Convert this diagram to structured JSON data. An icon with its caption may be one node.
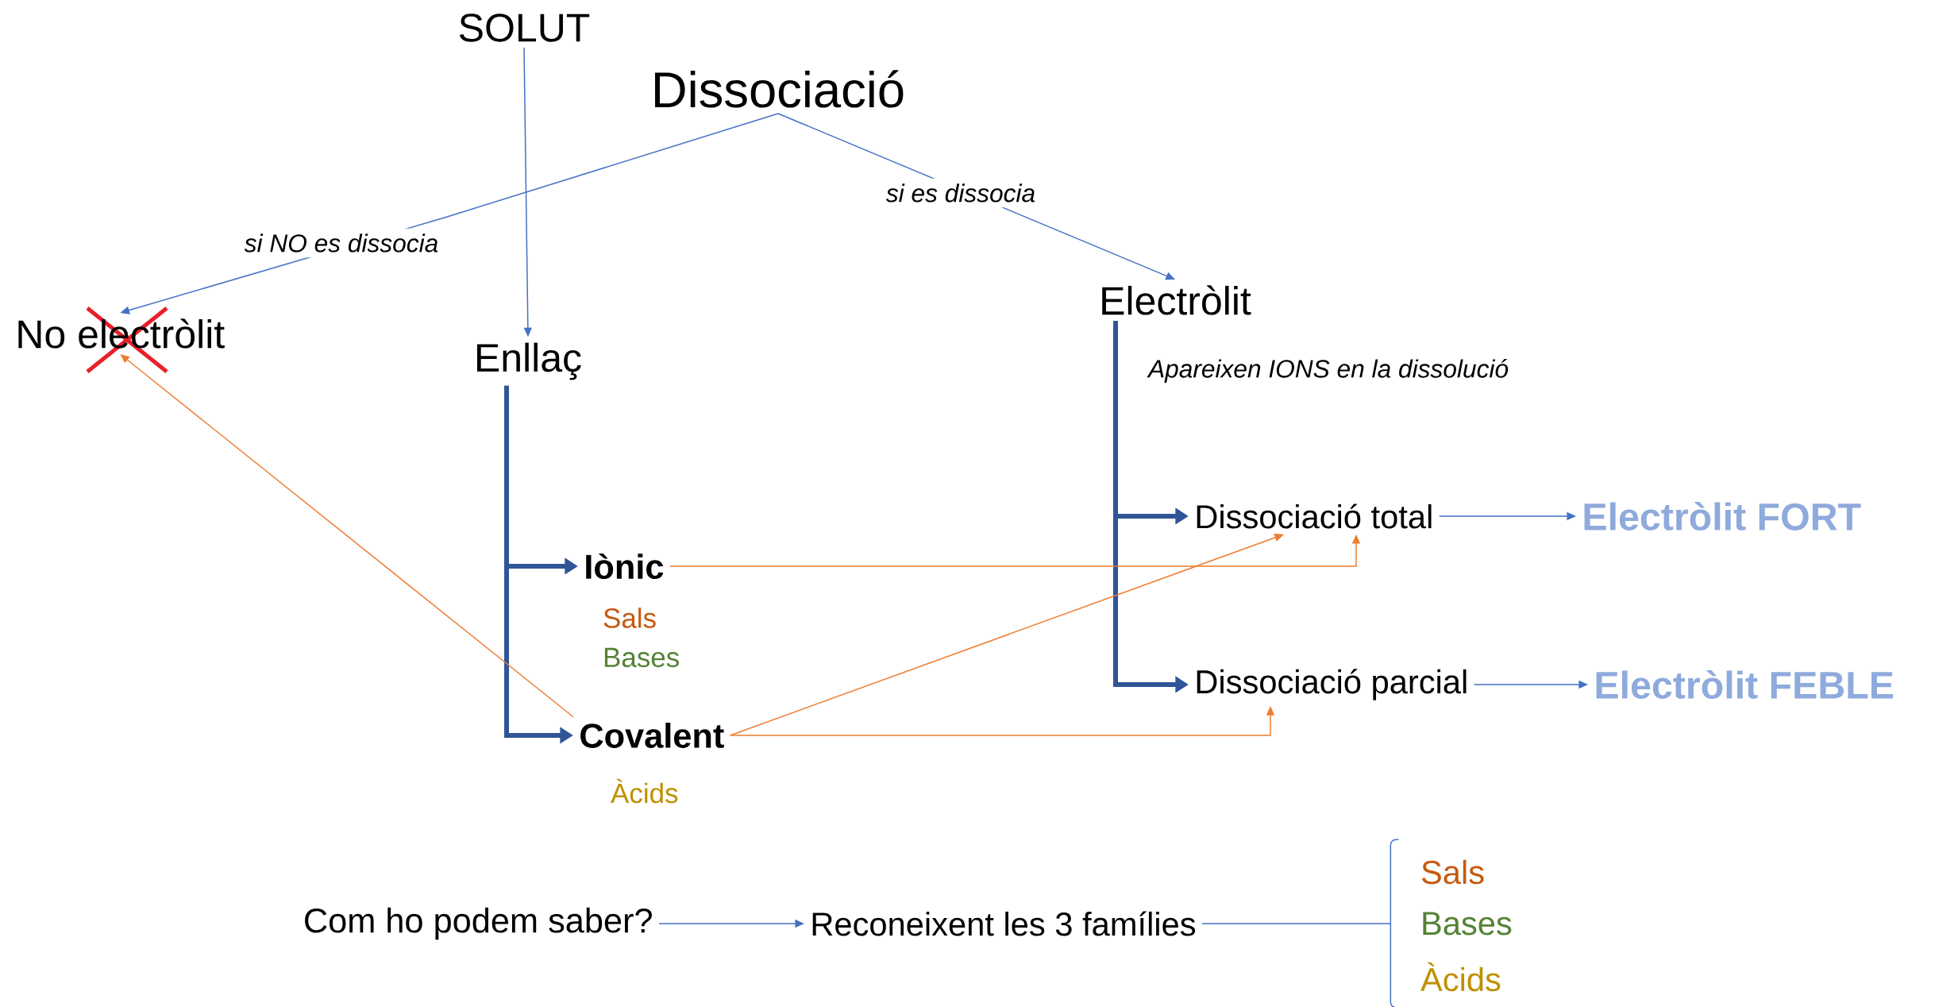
{
  "diagram": {
    "nodes": [
      {
        "text": [
          "SOLUT"
        ]
      },
      {
        "text": [
          "Dissociació"
        ]
      },
      {
        "text": [
          "No electròlit"
        ]
      },
      {
        "text": [
          "Enllaç"
        ]
      },
      {
        "text": [
          "Electròlit"
        ],
        "beside": [
          "Apareixen IONS en la dissolució"
        ]
      },
      {
        "text": [
          "Iònic"
        ],
        "beside": [
          "Sals",
          "Bases"
        ]
      },
      {
        "text": [
          "Covalent"
        ],
        "beside": [
          "Àcids"
        ]
      },
      {
        "text": [
          "Dissociació total"
        ]
      },
      {
        "text": [
          "Electròlit FORT"
        ]
      },
      {
        "text": [
          "Dissociació parcial"
        ]
      },
      {
        "text": [
          "Electròlit FEBLE"
        ]
      },
      {
        "text": [
          "Com ho podem saber?"
        ]
      },
      {
        "text": [
          "Reconeixent les 3 famílies"
        ]
      },
      {
        "text": [],
        "shape": "bracket",
        "beside": [
          "Sals",
          "Bases",
          "Àcids"
        ]
      }
    ],
    "edges": [
      {
        "from": 1,
        "to": 2,
        "arrow": "to",
        "label": "si NO es dissocia"
      },
      {
        "from": 1,
        "to": 4,
        "arrow": "to",
        "label": "si es dissocia"
      },
      {
        "from": 0,
        "to": 3,
        "arrow": "to"
      },
      {
        "from": 3,
        "to": 5,
        "arrow": "to",
        "style": "thick",
        "color": "#2f5597"
      },
      {
        "from": 3,
        "to": 6,
        "arrow": "to",
        "style": "thick",
        "color": "#2f5597"
      },
      {
        "from": 4,
        "to": 7,
        "arrow": "to",
        "style": "thick",
        "color": "#2f5597"
      },
      {
        "from": 4,
        "to": 9,
        "arrow": "to",
        "style": "thick",
        "color": "#2f5597"
      },
      {
        "from": 5,
        "to": 7,
        "arrow": "to",
        "color": "#ed7d31"
      },
      {
        "from": 6,
        "to": 2,
        "arrow": "to",
        "color": "#ed7d31"
      },
      {
        "from": 6,
        "to": 7,
        "arrow": "to",
        "color": "#ed7d31"
      },
      {
        "from": 6,
        "to": 9,
        "arrow": "to",
        "color": "#ed7d31"
      },
      {
        "from": 7,
        "to": 8,
        "arrow": "to"
      },
      {
        "from": 9,
        "to": 10,
        "arrow": "to"
      },
      {
        "from": 11,
        "to": 12,
        "arrow": "to"
      },
      {
        "from": 12,
        "to": 13,
        "arrow": "none"
      }
    ]
  }
}
